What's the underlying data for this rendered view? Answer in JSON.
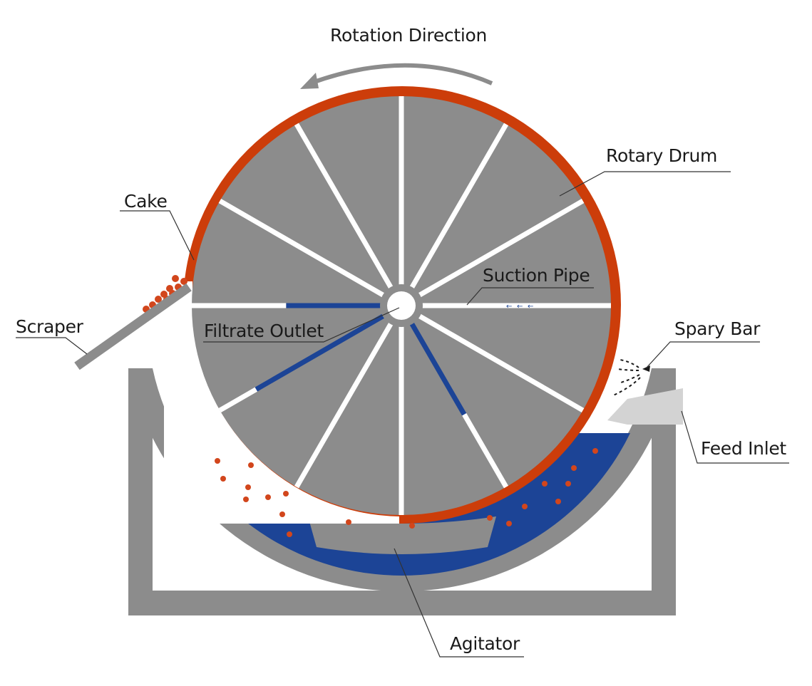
{
  "labels": {
    "rotation_direction": "Rotation Direction",
    "rotary_drum": "Rotary Drum",
    "cake": "Cake",
    "suction_pipe": "Suction Pipe",
    "scraper": "Scraper",
    "filtrate_outlet": "Filtrate Outlet",
    "spray_bar": "Spary Bar",
    "feed_inlet": "Feed Inlet",
    "agitator": "Agitator"
  },
  "colors": {
    "drum": "#8c8c8c",
    "tank": "#8c8c8c",
    "cake": "#cc3d0a",
    "slurry": "#1c4496",
    "particles": "#d2461c",
    "spokes": "#ffffff",
    "feed_inlet": "#d3d3d3",
    "arrow": "#8c8c8c",
    "text": "#1a1a1a"
  }
}
